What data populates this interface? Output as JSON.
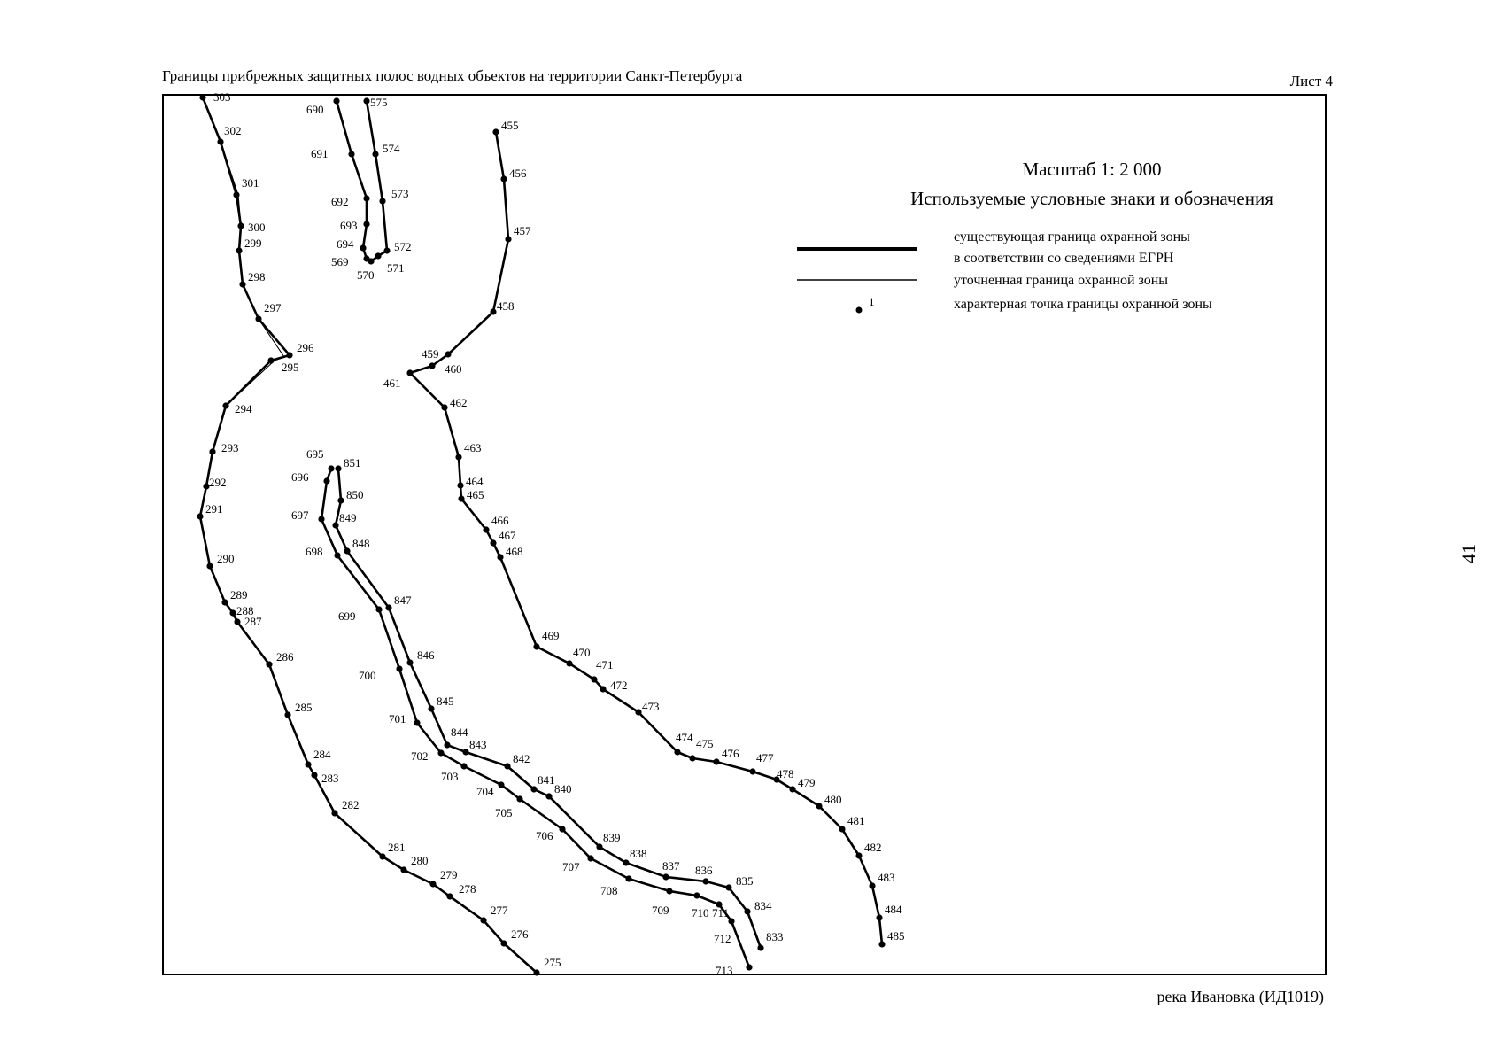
{
  "header": {
    "title": "Границы прибрежных защитных полос водных объектов на территории Санкт-Петербурга",
    "sheet": "Лист 4"
  },
  "footer": {
    "river": "река Ивановка (ИД1019)"
  },
  "side_mark": "41",
  "legend": {
    "scale": "Масштаб 1: 2 000",
    "title": "Используемые условные знаки и обозначения",
    "items": [
      {
        "symbol": "thick-line",
        "text_lines": [
          "существующая граница охранной зоны",
          "в соответствии со сведениями ЕГРН"
        ]
      },
      {
        "symbol": "thin-line",
        "text_lines": [
          "уточненная граница охранной зоны"
        ]
      },
      {
        "symbol": "point",
        "marker_label": "1",
        "text_lines": [
          "характерная точка границы охранной зоны"
        ]
      }
    ]
  },
  "lines": [
    {
      "name": "boundary-line-275-303",
      "weight": "thick",
      "points": [
        "303",
        "302",
        "301",
        "300",
        "299",
        "298",
        "297",
        "296",
        "295",
        "294",
        "293",
        "292",
        "291",
        "290",
        "289",
        "288",
        "287",
        "286",
        "285",
        "284",
        "283",
        "282",
        "281",
        "280",
        "279",
        "278",
        "277",
        "276",
        "275"
      ]
    },
    {
      "name": "boundary-line-275-303-refined",
      "weight": "thin",
      "points": [
        "303",
        "302",
        "301",
        "300",
        "299",
        "298",
        "297",
        "296",
        "295",
        "294",
        "293",
        "292",
        "291",
        "290",
        "289",
        "288",
        "287",
        "286",
        "285",
        "284",
        "283",
        "282",
        "281",
        "280",
        "279",
        "278",
        "277",
        "276",
        "275"
      ]
    },
    {
      "name": "boundary-line-690-694",
      "weight": "thick",
      "points": [
        "690",
        "691",
        "692",
        "693",
        "694",
        "569",
        "570",
        "571",
        "572",
        "573",
        "574",
        "575"
      ]
    },
    {
      "name": "boundary-line-455-485",
      "weight": "thick",
      "points": [
        "455",
        "456",
        "457",
        "458",
        "459",
        "460",
        "461",
        "462",
        "463",
        "464",
        "465",
        "466",
        "467",
        "468",
        "469",
        "470",
        "471",
        "472",
        "473",
        "474",
        "475",
        "476",
        "477",
        "478",
        "479",
        "480",
        "481",
        "482",
        "483",
        "484",
        "485"
      ]
    },
    {
      "name": "boundary-line-695-713",
      "weight": "thick",
      "points": [
        "695",
        "696",
        "697",
        "698",
        "699",
        "700",
        "701",
        "702",
        "703",
        "704",
        "705",
        "706",
        "707",
        "708",
        "709",
        "710",
        "711",
        "712",
        "713"
      ]
    },
    {
      "name": "boundary-line-833-851",
      "weight": "thick",
      "points": [
        "851",
        "850",
        "849",
        "848",
        "847",
        "846",
        "845",
        "844",
        "843",
        "842",
        "841",
        "840",
        "839",
        "838",
        "837",
        "836",
        "835",
        "834",
        "833"
      ]
    }
  ],
  "points": [
    {
      "id": "303"
    },
    {
      "id": "302"
    },
    {
      "id": "301"
    },
    {
      "id": "300"
    },
    {
      "id": "299"
    },
    {
      "id": "298"
    },
    {
      "id": "297"
    },
    {
      "id": "296"
    },
    {
      "id": "295"
    },
    {
      "id": "294"
    },
    {
      "id": "293"
    },
    {
      "id": "292"
    },
    {
      "id": "291"
    },
    {
      "id": "290"
    },
    {
      "id": "289"
    },
    {
      "id": "288"
    },
    {
      "id": "287"
    },
    {
      "id": "286"
    },
    {
      "id": "285"
    },
    {
      "id": "284"
    },
    {
      "id": "283"
    },
    {
      "id": "282"
    },
    {
      "id": "281"
    },
    {
      "id": "280"
    },
    {
      "id": "279"
    },
    {
      "id": "278"
    },
    {
      "id": "277"
    },
    {
      "id": "276"
    },
    {
      "id": "275"
    },
    {
      "id": "690"
    },
    {
      "id": "691"
    },
    {
      "id": "692"
    },
    {
      "id": "693"
    },
    {
      "id": "694"
    },
    {
      "id": "569"
    },
    {
      "id": "570"
    },
    {
      "id": "571"
    },
    {
      "id": "572"
    },
    {
      "id": "573"
    },
    {
      "id": "574"
    },
    {
      "id": "575"
    },
    {
      "id": "455"
    },
    {
      "id": "456"
    },
    {
      "id": "457"
    },
    {
      "id": "458"
    },
    {
      "id": "459"
    },
    {
      "id": "460"
    },
    {
      "id": "461"
    },
    {
      "id": "462"
    },
    {
      "id": "463"
    },
    {
      "id": "464"
    },
    {
      "id": "465"
    },
    {
      "id": "466"
    },
    {
      "id": "467"
    },
    {
      "id": "468"
    },
    {
      "id": "469"
    },
    {
      "id": "470"
    },
    {
      "id": "471"
    },
    {
      "id": "472"
    },
    {
      "id": "473"
    },
    {
      "id": "474"
    },
    {
      "id": "475"
    },
    {
      "id": "476"
    },
    {
      "id": "477"
    },
    {
      "id": "478"
    },
    {
      "id": "479"
    },
    {
      "id": "480"
    },
    {
      "id": "481"
    },
    {
      "id": "482"
    },
    {
      "id": "483"
    },
    {
      "id": "484"
    },
    {
      "id": "485"
    },
    {
      "id": "695"
    },
    {
      "id": "696"
    },
    {
      "id": "697"
    },
    {
      "id": "698"
    },
    {
      "id": "699"
    },
    {
      "id": "700"
    },
    {
      "id": "701"
    },
    {
      "id": "702"
    },
    {
      "id": "703"
    },
    {
      "id": "704"
    },
    {
      "id": "705"
    },
    {
      "id": "706"
    },
    {
      "id": "707"
    },
    {
      "id": "708"
    },
    {
      "id": "709"
    },
    {
      "id": "710"
    },
    {
      "id": "711"
    },
    {
      "id": "712"
    },
    {
      "id": "713"
    },
    {
      "id": "851"
    },
    {
      "id": "850"
    },
    {
      "id": "849"
    },
    {
      "id": "848"
    },
    {
      "id": "847"
    },
    {
      "id": "846"
    },
    {
      "id": "845"
    },
    {
      "id": "844"
    },
    {
      "id": "843"
    },
    {
      "id": "842"
    },
    {
      "id": "841"
    },
    {
      "id": "840"
    },
    {
      "id": "839"
    },
    {
      "id": "838"
    },
    {
      "id": "837"
    },
    {
      "id": "836"
    },
    {
      "id": "835"
    },
    {
      "id": "834"
    },
    {
      "id": "833"
    }
  ]
}
